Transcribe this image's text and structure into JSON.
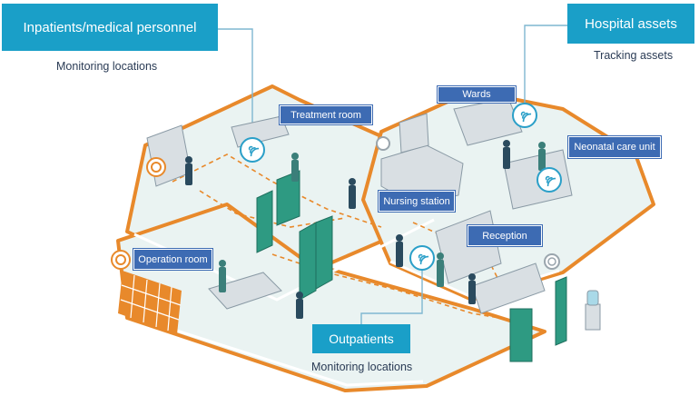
{
  "callouts": {
    "inpatients": {
      "title": "Inpatients/medical personnel",
      "subtitle": "Monitoring locations"
    },
    "hospital_assets": {
      "title": "Hospital assets",
      "subtitle": "Tracking assets"
    },
    "outpatients": {
      "title": "Outpatients",
      "subtitle": "Monitoring locations"
    }
  },
  "room_labels": {
    "treatment_room": "Treatment room",
    "wards": "Wards",
    "neonatal_care_unit": "Neonatal care unit",
    "nursing_station": "Nursing station",
    "reception": "Reception",
    "operation_room": "Operation room"
  },
  "colors": {
    "accent_teal": "#1a9fc8",
    "room_tag_blue": "#3d6bb3",
    "floor_outline_orange": "#e8892b",
    "floor_fill": "#eaf3f2",
    "door_green": "#2e9a82",
    "wifi_signal": "#2a9fc8"
  }
}
